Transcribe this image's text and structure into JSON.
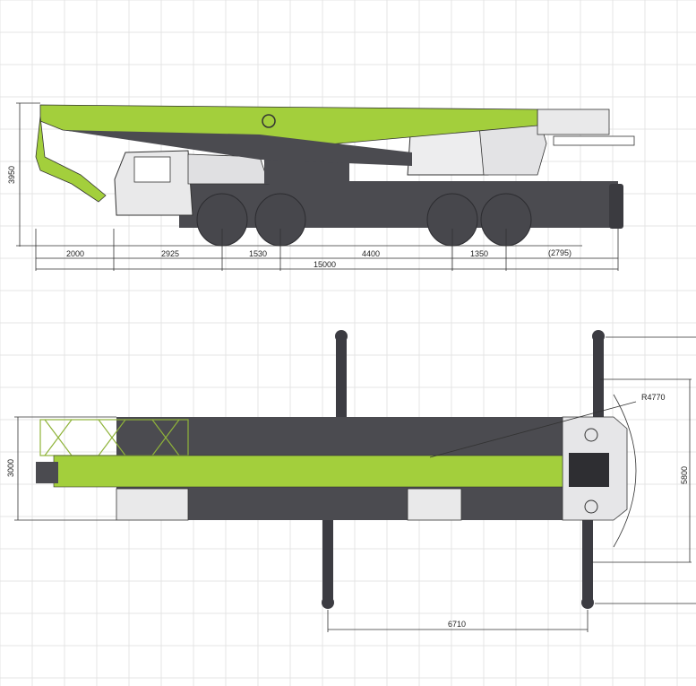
{
  "colors": {
    "boom_green": "#a3cf3c",
    "body_dark": "#4b4b50",
    "cab_light": "#e9e9ea",
    "grid": "#e4e4e4"
  },
  "side_view": {
    "height_dim": "3950",
    "segments": [
      "2000",
      "2925",
      "1530",
      "4400",
      "1350",
      "(2795)"
    ],
    "overall_length": "15000"
  },
  "top_view": {
    "width_dim": "3000",
    "outrigger_span": "5800",
    "outrigger_longitudinal": "6710",
    "swing_radius": "R4770"
  }
}
